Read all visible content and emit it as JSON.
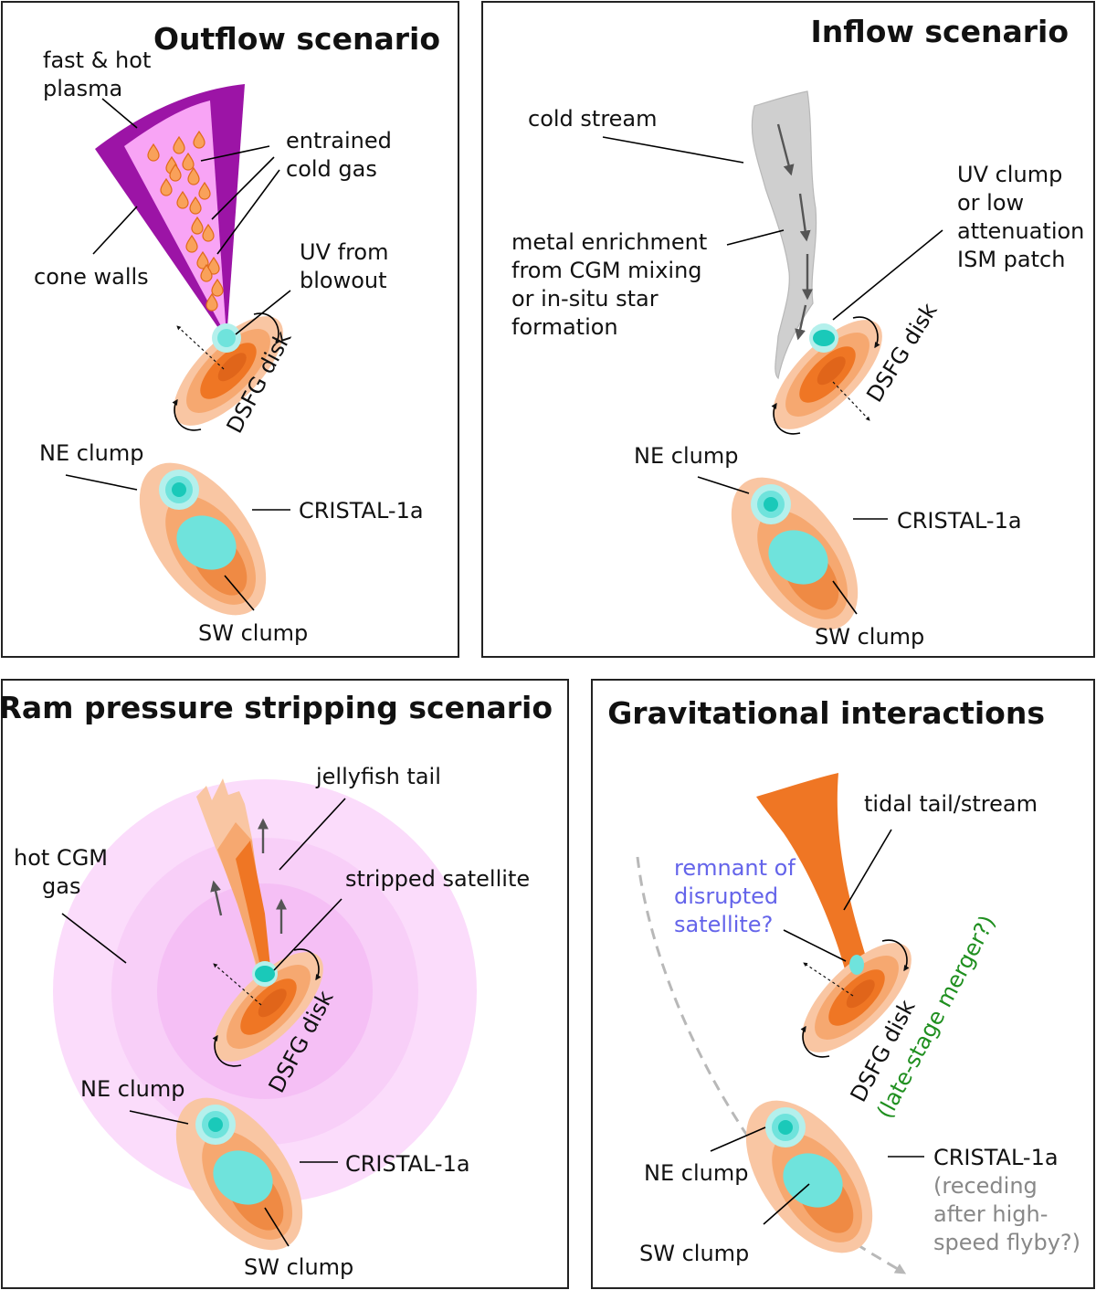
{
  "colors": {
    "orange_outer": "#f9c6a3",
    "orange_mid": "#f6a870",
    "orange_core": "#ef7624",
    "cyan": "#6fe3dc",
    "cyan_core": "#1ac9b9",
    "purple": "#9c14a6",
    "pink": "#f8a4f5",
    "cgm_pink": "#f7c9f7",
    "gray_stream": "#cfcfcf",
    "blue_text": "#6464ea",
    "green_text": "#1f8f1f",
    "gray_text": "#888888"
  },
  "outflow": {
    "title": "Outflow scenario",
    "plasma_l1": "fast & hot",
    "plasma_l2": "plasma",
    "cold_l1": "entrained",
    "cold_l2": "cold gas",
    "cone_walls": "cone walls",
    "uv_l1": "UV from",
    "uv_l2": "blowout",
    "disk": "DSFG disk",
    "ne": "NE clump",
    "cristal": "CRISTAL-1a",
    "sw": "SW clump"
  },
  "inflow": {
    "title": "Inflow scenario",
    "stream": "cold stream",
    "uv_l1": "UV clump",
    "uv_l2": "or low",
    "uv_l3": "attenuation",
    "uv_l4": "ISM patch",
    "metal_l1": "metal enrichment",
    "metal_l2": "from CGM mixing",
    "metal_l3": "or in-situ star",
    "metal_l4": "formation",
    "disk": "DSFG disk",
    "ne": "NE clump",
    "cristal": "CRISTAL-1a",
    "sw": "SW clump"
  },
  "ram": {
    "title": "Ram pressure stripping scenario",
    "tail": "jellyfish tail",
    "cgm_l1": "hot CGM",
    "cgm_l2": "gas",
    "satellite": "stripped satellite",
    "disk": "DSFG disk",
    "ne": "NE clump",
    "cristal": "CRISTAL-1a",
    "sw": "SW clump"
  },
  "grav": {
    "title": "Gravitational interactions",
    "tidal": "tidal tail/stream",
    "remnant_l1": "remnant of",
    "remnant_l2": "disrupted",
    "remnant_l3": "satellite?",
    "disk": "DSFG disk",
    "merger": "(late-stage merger?)",
    "ne": "NE clump",
    "cristal": "CRISTAL-1a",
    "recede_l1": "(receding",
    "recede_l2": "after high-",
    "recede_l3": "speed flyby?)",
    "sw": "SW clump"
  }
}
